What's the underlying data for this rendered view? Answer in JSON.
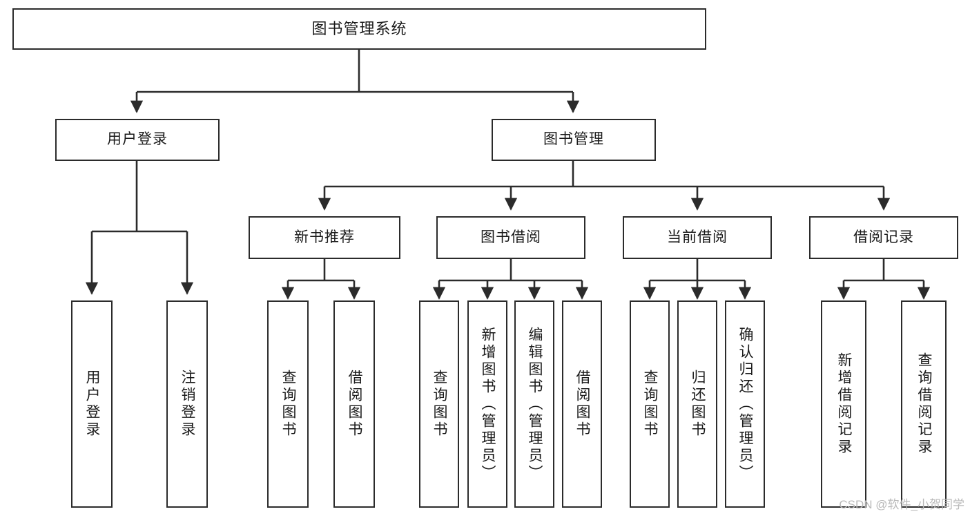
{
  "diagram": {
    "type": "tree",
    "title": "图书管理系统",
    "orientation": "top-down",
    "colors": {
      "background": "#ffffff",
      "box_border": "#2b2b2b",
      "box_fill": "#ffffff",
      "edge": "#2b2b2b",
      "text": "#1a1a1a",
      "watermark": "#b9b9b9"
    }
  },
  "watermark": {
    "text": "CSDN @软件_小贺同学"
  },
  "nodes": {
    "root": {
      "label": "图书管理系统",
      "level": 0
    },
    "level1": [
      {
        "id": "user-login",
        "label": "用户登录"
      },
      {
        "id": "book-manage",
        "label": "图书管理"
      }
    ],
    "level2": [
      {
        "id": "new-book-recommend",
        "label": "新书推荐",
        "parent": "book-manage"
      },
      {
        "id": "book-borrow",
        "label": "图书借阅",
        "parent": "book-manage"
      },
      {
        "id": "current-borrow",
        "label": "当前借阅",
        "parent": "book-manage"
      },
      {
        "id": "borrow-record",
        "label": "借阅记录",
        "parent": "book-manage"
      }
    ],
    "leaves": {
      "user-login": [
        {
          "id": "leaf-user-login",
          "label": "用户登录"
        },
        {
          "id": "leaf-user-logout",
          "label": "注销登录"
        }
      ],
      "new-book-recommend": [
        {
          "id": "leaf-rec-query-book",
          "label": "查询图书"
        },
        {
          "id": "leaf-rec-borrow-book",
          "label": "借阅图书"
        }
      ],
      "book-borrow": [
        {
          "id": "leaf-bb-query-book",
          "label": "查询图书"
        },
        {
          "id": "leaf-bb-add-book",
          "label": "新增图书（管理员）"
        },
        {
          "id": "leaf-bb-edit-book",
          "label": "编辑图书（管理员）"
        },
        {
          "id": "leaf-bb-borrow-book",
          "label": "借阅图书"
        }
      ],
      "current-borrow": [
        {
          "id": "leaf-cb-query-book",
          "label": "查询图书"
        },
        {
          "id": "leaf-cb-return-book",
          "label": "归还图书"
        },
        {
          "id": "leaf-cb-confirm-return",
          "label": "确认归还（管理员）"
        }
      ],
      "borrow-record": [
        {
          "id": "leaf-br-add-record",
          "label": "新增借阅记录"
        },
        {
          "id": "leaf-br-query-record",
          "label": "查询借阅记录"
        }
      ]
    }
  }
}
